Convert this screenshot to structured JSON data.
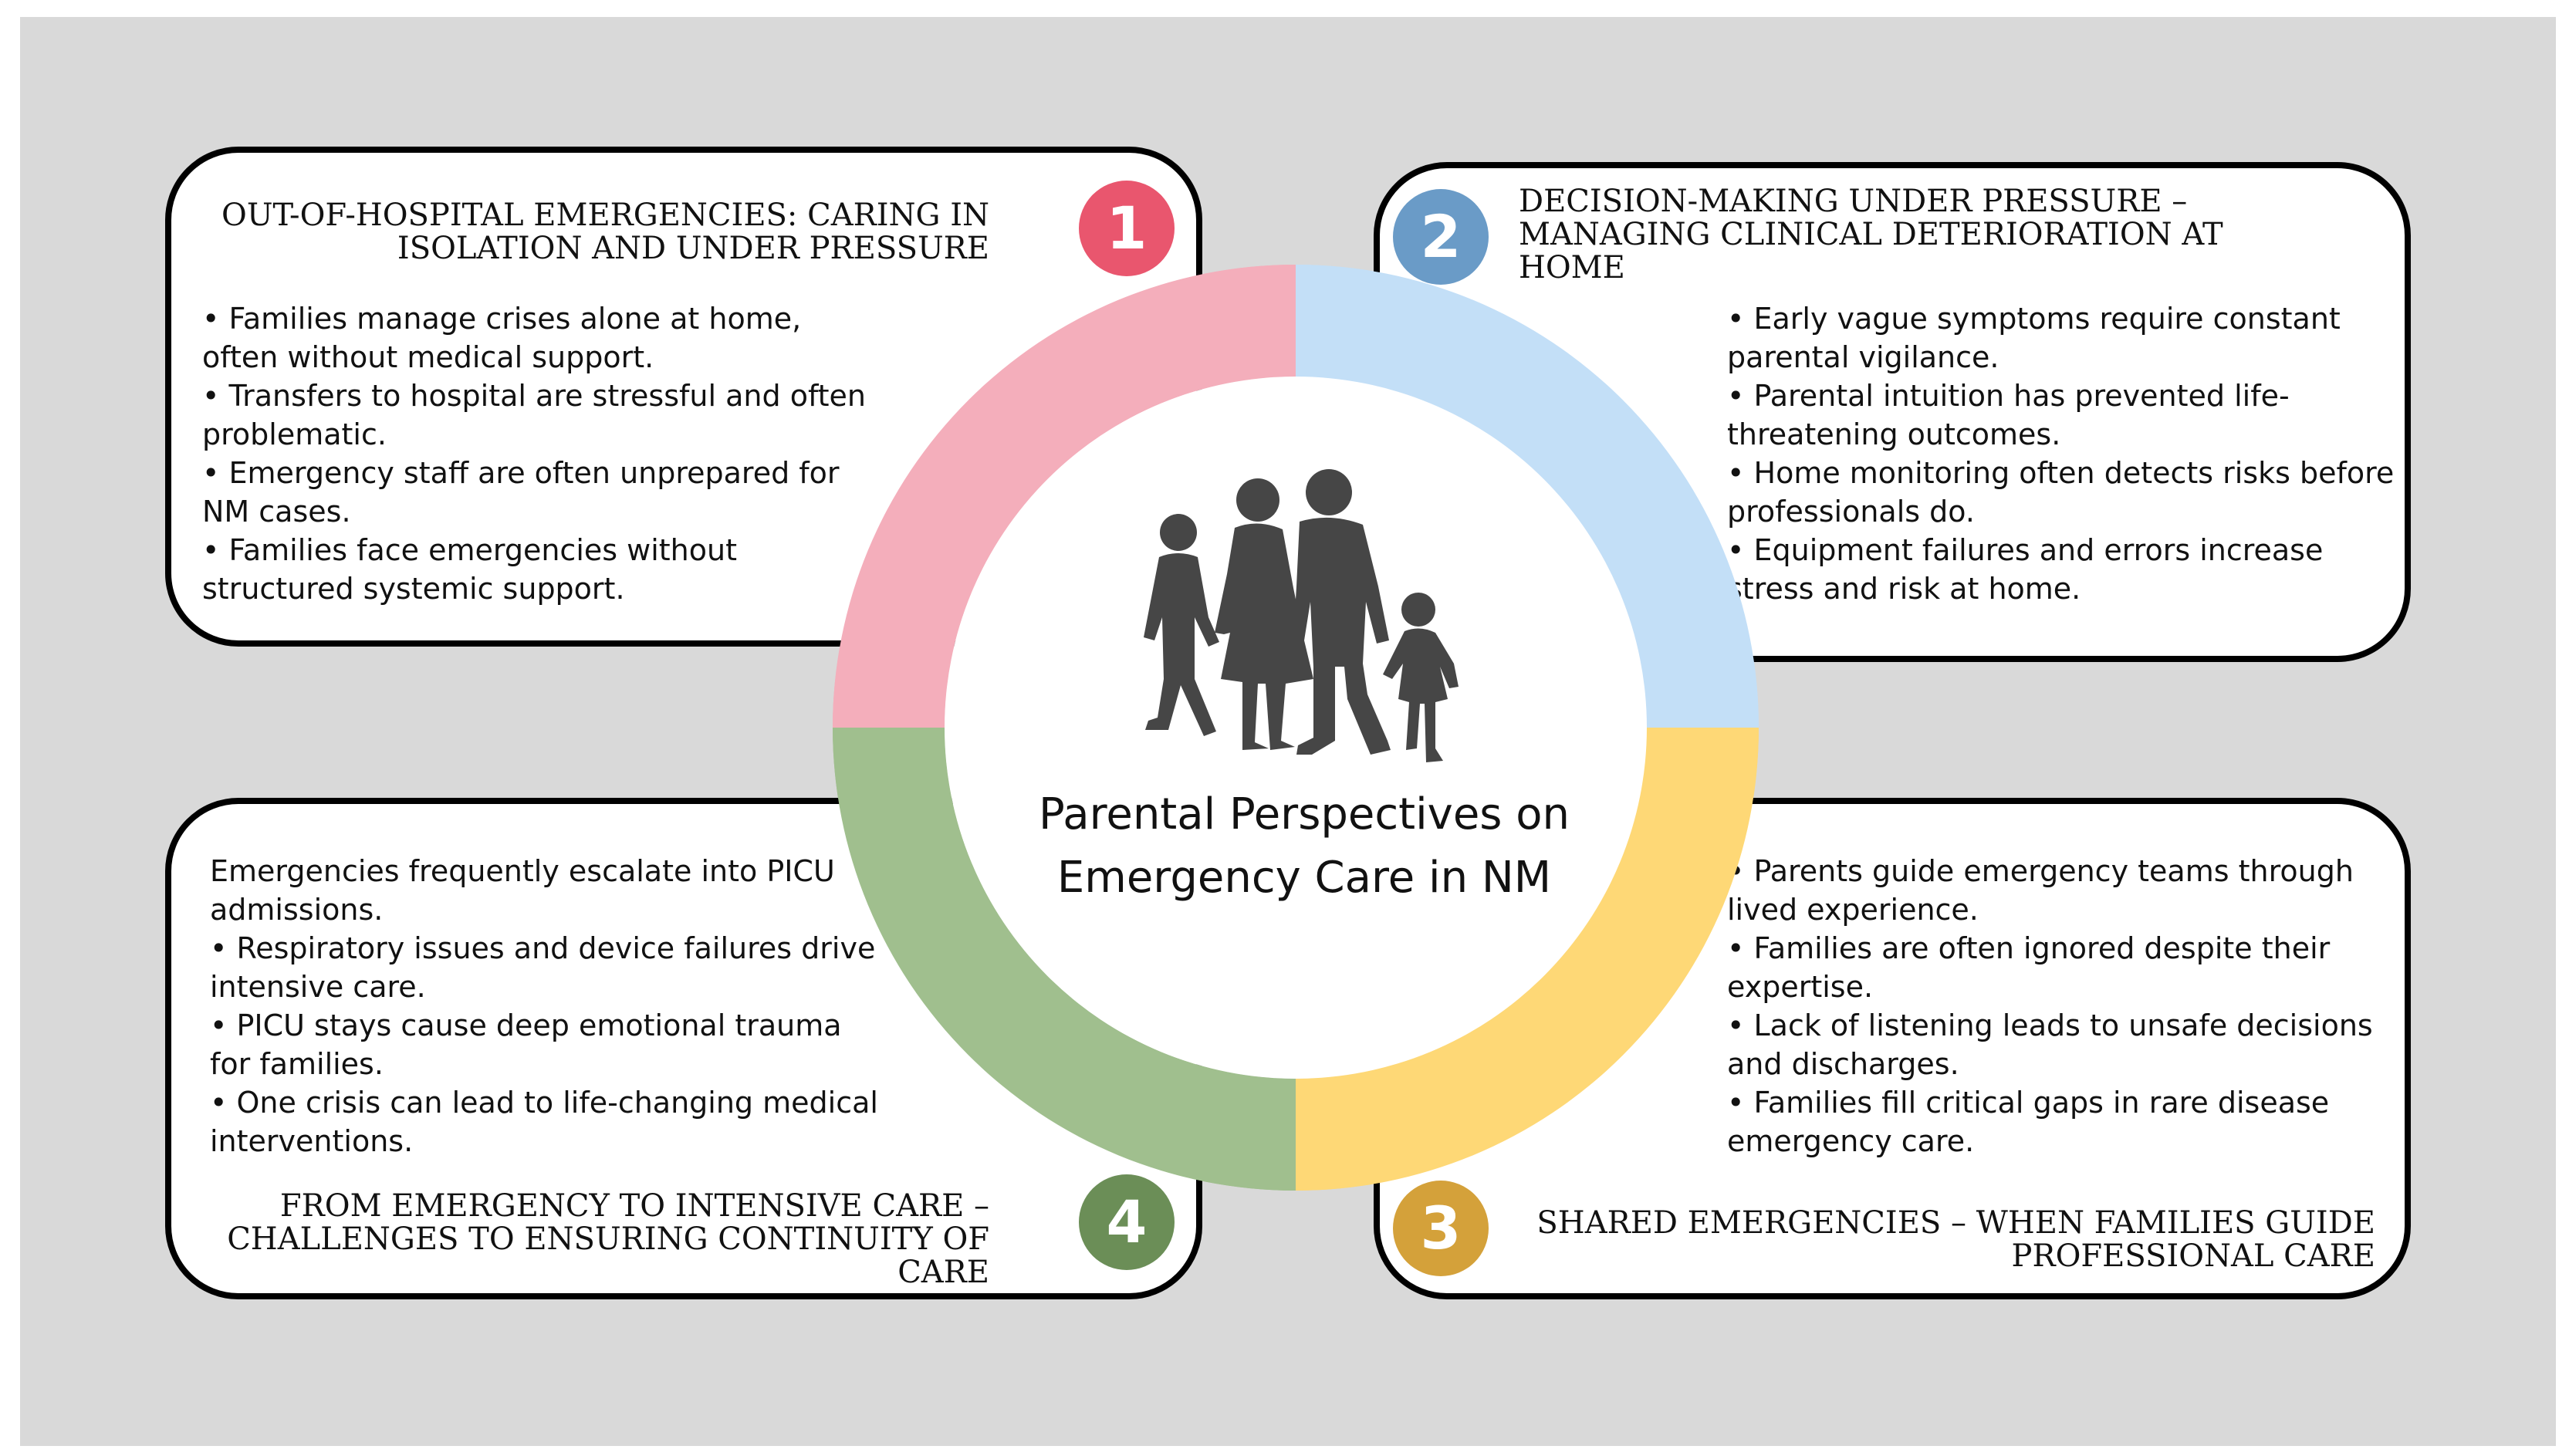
{
  "center": {
    "title": "Parental Perspectives on Emergency Care in NM"
  },
  "colors": {
    "background": "#d9d9d9",
    "ring_red": "#f4aebb",
    "ring_blue": "#c3dff7",
    "ring_green": "#a0bf8e",
    "ring_yellow": "#fed876",
    "badge_red": "#e9566e",
    "badge_blue": "#6a9bc7",
    "badge_green": "#6b8e57",
    "badge_yellow": "#d4a13a",
    "silhouette": "#464646"
  },
  "sections": [
    {
      "number": "1",
      "title": "OUT-OF-HOSPITAL EMERGENCIES: CARING IN ISOLATION AND UNDER PRESSURE",
      "bullets": [
        "• Families manage crises alone at home, often without medical support.",
        "• Transfers to hospital are stressful and often problematic.",
        "• Emergency staff are often unprepared for NM cases.",
        "• Families face emergencies without structured systemic support."
      ]
    },
    {
      "number": "2",
      "title": "DECISION-MAKING UNDER PRESSURE – MANAGING CLINICAL DETERIORATION AT HOME",
      "bullets": [
        "• Early vague symptoms require constant parental vigilance.",
        "• Parental intuition has prevented life-threatening outcomes.",
        "• Home monitoring often detects risks before professionals do.",
        "• Equipment failures and errors increase stress and risk at home."
      ]
    },
    {
      "number": "3",
      "title": "SHARED EMERGENCIES – WHEN FAMILIES GUIDE PROFESSIONAL CARE",
      "bullets": [
        "• Parents guide emergency teams through lived experience.",
        "• Families are often ignored despite their expertise.",
        "• Lack of listening leads to unsafe decisions and discharges.",
        "• Families fill critical gaps in rare disease emergency care."
      ]
    },
    {
      "number": "4",
      "title": "FROM EMERGENCY TO INTENSIVE CARE – CHALLENGES TO ENSURING CONTINUITY OF CARE",
      "bullets": [
        "Emergencies frequently escalate into PICU admissions.",
        "• Respiratory issues and device failures drive intensive care.",
        "• PICU stays cause deep emotional trauma for families.",
        "• One crisis can lead to life-changing medical interventions."
      ]
    }
  ]
}
